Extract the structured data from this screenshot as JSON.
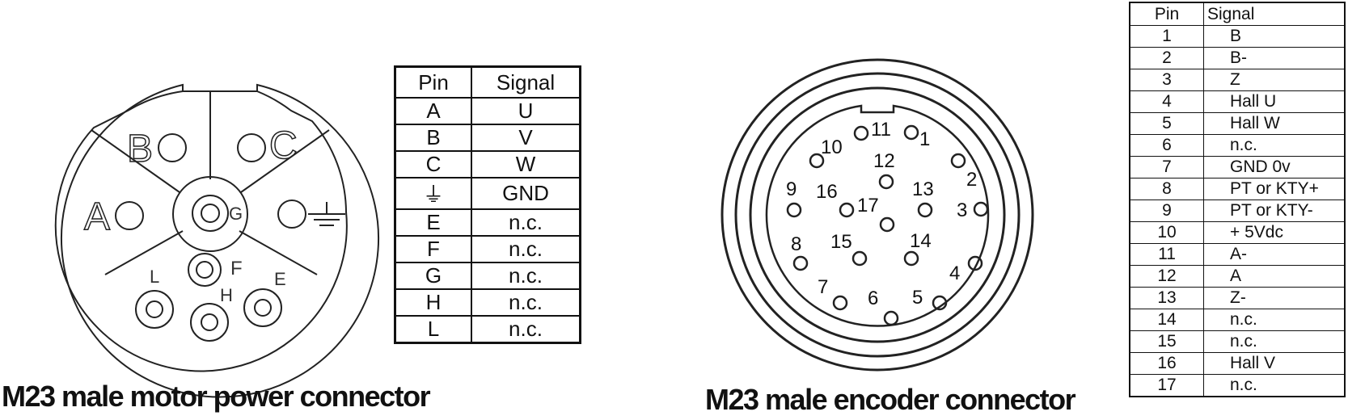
{
  "motor": {
    "caption": "M23 male motor power  connector",
    "table": {
      "headers": [
        "Pin",
        "Signal"
      ],
      "rows": [
        {
          "pin": "A",
          "signal": "U"
        },
        {
          "pin": "B",
          "signal": "V"
        },
        {
          "pin": "C",
          "signal": "W"
        },
        {
          "pin": "⏚",
          "signal": "GND"
        },
        {
          "pin": "E",
          "signal": "n.c."
        },
        {
          "pin": "F",
          "signal": "n.c."
        },
        {
          "pin": "G",
          "signal": "n.c."
        },
        {
          "pin": "H",
          "signal": "n.c."
        },
        {
          "pin": "L",
          "signal": "n.c."
        }
      ]
    },
    "diagram_labels": {
      "A": "A",
      "B": "B",
      "C": "C",
      "E": "E",
      "F": "F",
      "G": "G",
      "H": "H",
      "L": "L"
    }
  },
  "encoder": {
    "caption": "M23 male encoder connector",
    "table": {
      "headers": [
        "Pin",
        "Signal"
      ],
      "rows": [
        {
          "pin": "1",
          "signal": "B"
        },
        {
          "pin": "2",
          "signal": "B-"
        },
        {
          "pin": "3",
          "signal": "Z"
        },
        {
          "pin": "4",
          "signal": "Hall U"
        },
        {
          "pin": "5",
          "signal": "Hall W"
        },
        {
          "pin": "6",
          "signal": "n.c."
        },
        {
          "pin": "7",
          "signal": "GND  0v"
        },
        {
          "pin": "8",
          "signal": "PT or KTY+"
        },
        {
          "pin": "9",
          "signal": "PT or KTY-"
        },
        {
          "pin": "10",
          "signal": "+ 5Vdc"
        },
        {
          "pin": "11",
          "signal": "A-"
        },
        {
          "pin": "12",
          "signal": "A"
        },
        {
          "pin": "13",
          "signal": "Z-"
        },
        {
          "pin": "14",
          "signal": "n.c."
        },
        {
          "pin": "15",
          "signal": "n.c."
        },
        {
          "pin": "16",
          "signal": "Hall V"
        },
        {
          "pin": "17",
          "signal": "n.c."
        }
      ]
    },
    "pin_labels": [
      "1",
      "2",
      "3",
      "4",
      "5",
      "6",
      "7",
      "8",
      "9",
      "10",
      "11",
      "12",
      "13",
      "14",
      "15",
      "16",
      "17"
    ]
  }
}
